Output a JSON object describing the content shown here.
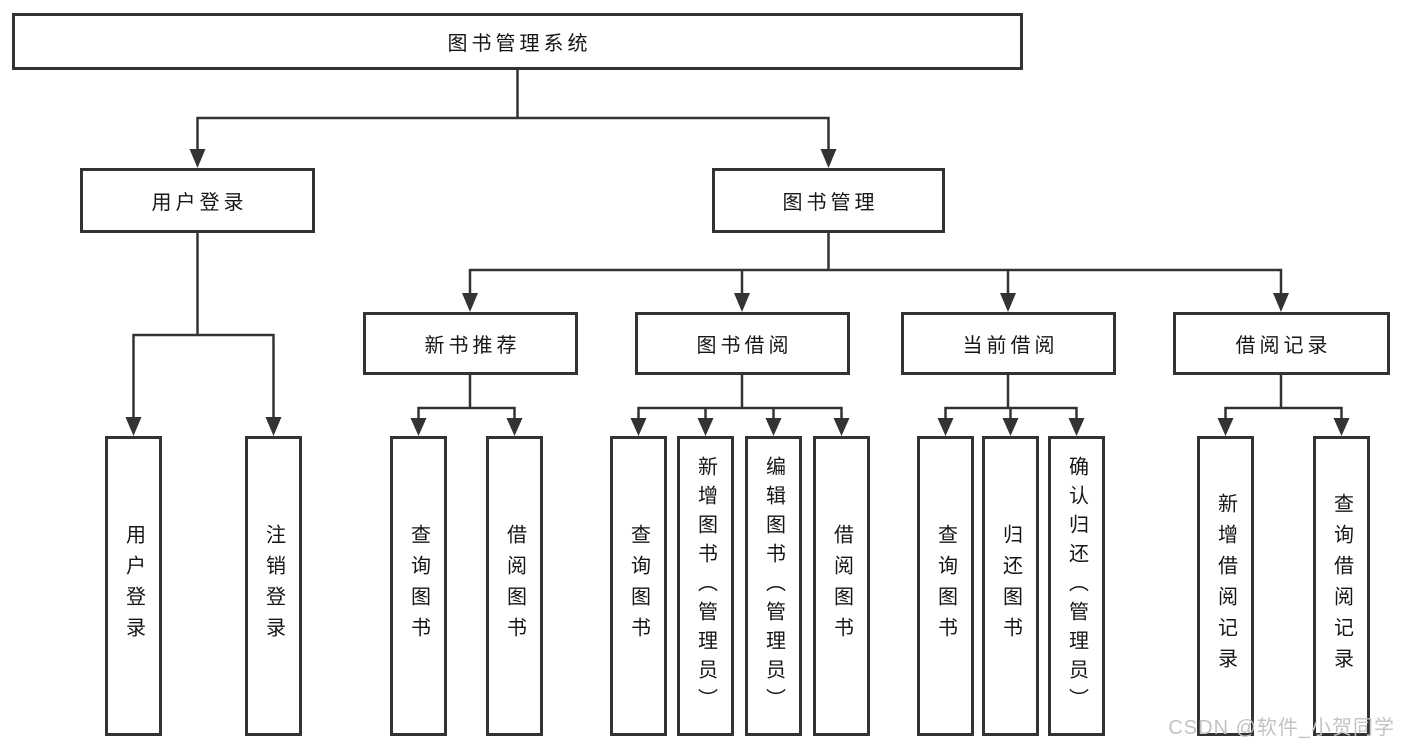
{
  "diagram": {
    "type": "hierarchy-tree",
    "title": "图书管理系统"
  },
  "nodes": {
    "root": "图书管理系统",
    "user_login": "用户登录",
    "book_management": "图书管理",
    "new_book_recommend": "新书推荐",
    "book_borrowing": "图书借阅",
    "current_borrowing": "当前借阅",
    "borrowing_records": "借阅记录",
    "leaves": [
      "用户登录",
      "注销登录",
      "查询图书",
      "借阅图书",
      "查询图书",
      "新增图书（管理员）",
      "编辑图书（管理员）",
      "借阅图书",
      "查询图书",
      "归还图书",
      "确认归还（管理员）",
      "新增借阅记录",
      "查询借阅记录"
    ]
  },
  "watermark": {
    "text": "CSDN @软件_小贺同学"
  },
  "colors": {
    "line": "#333333",
    "box_border": "#333333",
    "text": "#161616",
    "watermark": "#c5c2c2",
    "background": "#ffffff"
  }
}
